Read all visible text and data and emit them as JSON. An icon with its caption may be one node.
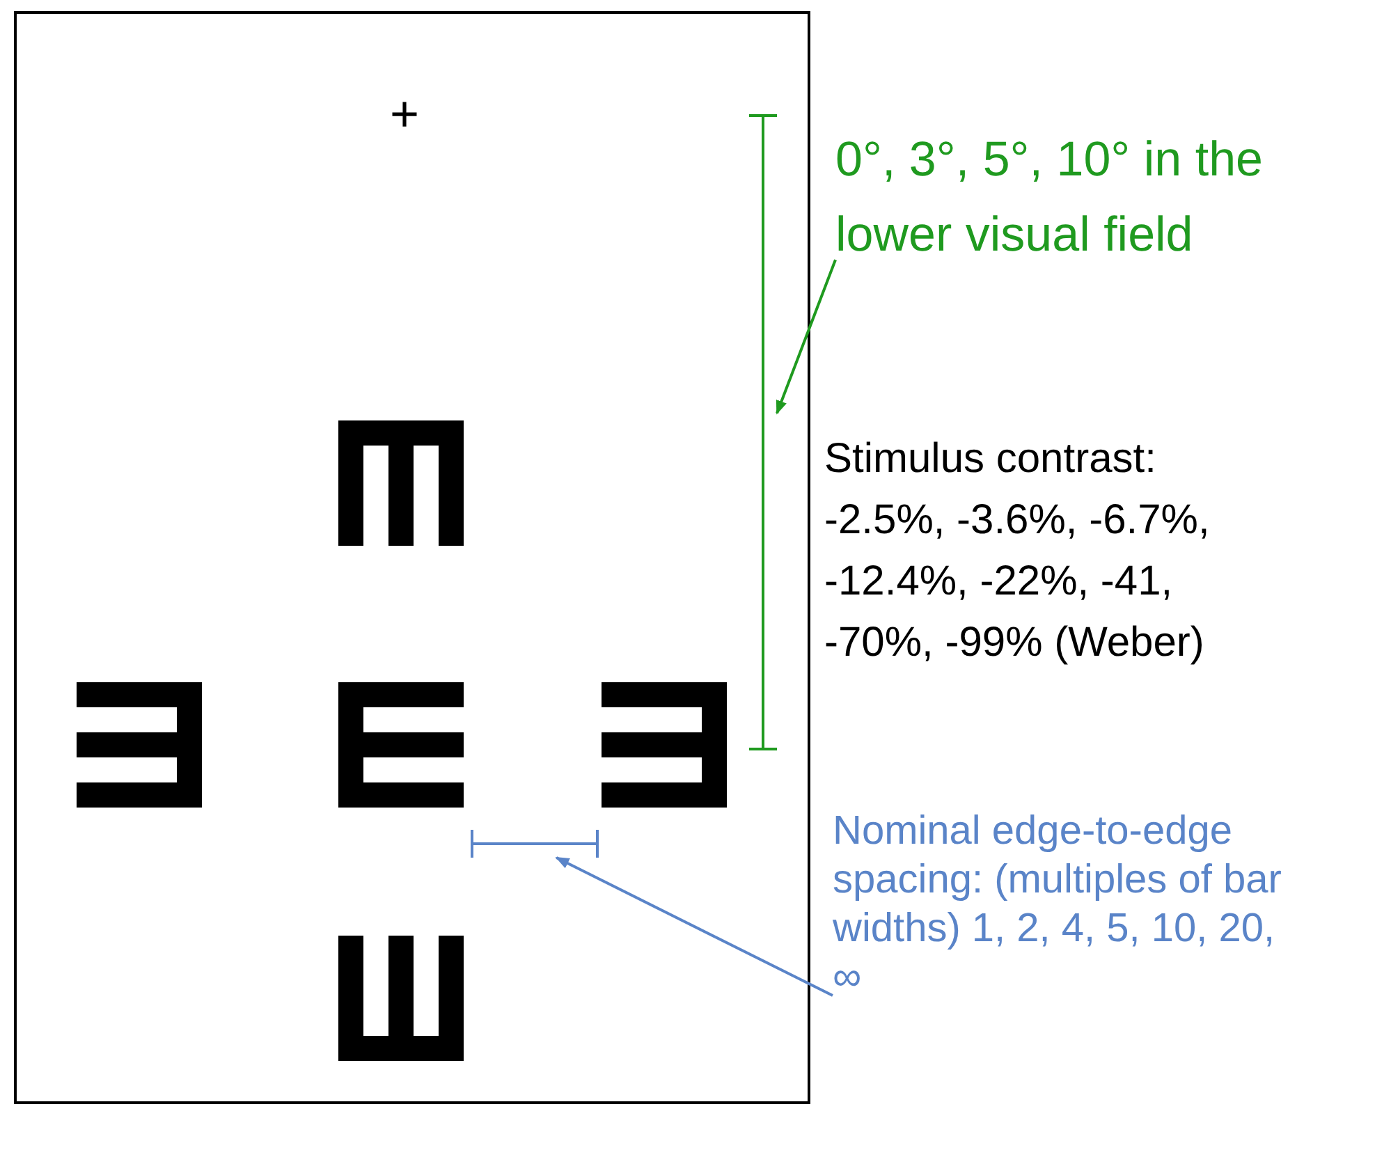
{
  "diagram": {
    "nodes": [
      {
        "text": [],
        "shape": "box"
      },
      {
        "text": [],
        "shape": "bar",
        "in": 0
      },
      {
        "text": [],
        "shape": "bar",
        "in": 0
      },
      {
        "text": [
          "0°, 3°, 5°, 10° in the lower visual field"
        ]
      },
      {
        "text": [
          "Nominal edge-to-edge spacing: (multiples of bar widths) 1, 2, 4, 5, 10, 20, ∞"
        ]
      }
    ],
    "edges": [
      {
        "from": 3,
        "to": 1,
        "arrow": "to",
        "color": "#1f9a1f"
      },
      {
        "from": 4,
        "to": 2,
        "arrow": "to",
        "color": "#5a84c8"
      }
    ],
    "labels": [
      "+",
      "Stimulus contrast: -2.5%, -3.6%, -6.7%, -12.4%, -22%, -41, -70%, -99% (Weber)"
    ]
  }
}
